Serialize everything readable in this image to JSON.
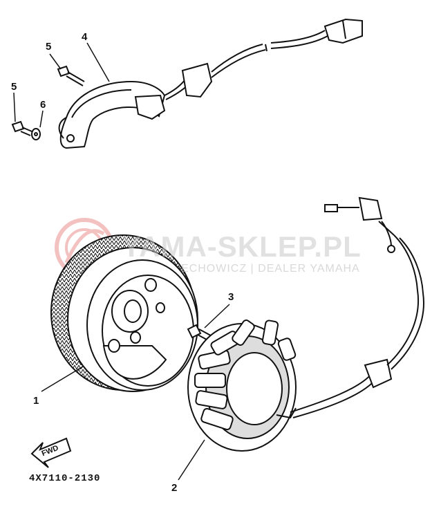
{
  "callouts": {
    "c1": "1",
    "c2": "2",
    "c3": "3",
    "c4": "4",
    "c5a": "5",
    "c5b": "5",
    "c6": "6"
  },
  "part_code": "4X7110-2130",
  "forward_marker": "FWD",
  "watermark": {
    "brand": "YAMA-SKLEP.PL",
    "subtitle": "ECHOWICZ | DEALER YAMAHA",
    "accent_color": "#e05050"
  },
  "colors": {
    "line": "#111111",
    "background": "#ffffff"
  }
}
